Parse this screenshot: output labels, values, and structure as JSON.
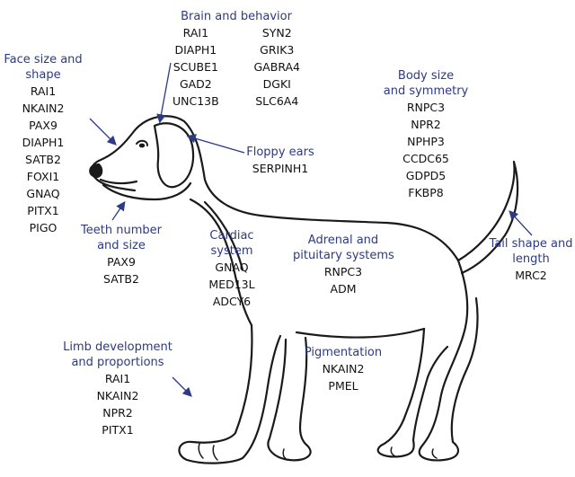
{
  "colors": {
    "title": "#2d3a84",
    "gene": "#111111",
    "outline": "#1a1a1a",
    "arrow": "#2d3a84"
  },
  "illustration": {
    "subject": "dog-outline",
    "icon": "dog-icon"
  },
  "groups": {
    "brain": {
      "title": "Brain and behavior",
      "col1": [
        "RAI1",
        "DIAPH1",
        "SCUBE1",
        "GAD2",
        "UNC13B"
      ],
      "col2": [
        "SYN2",
        "GRIK3",
        "GABRA4",
        "DGKI",
        "SLC6A4"
      ]
    },
    "face": {
      "title": "Face size and\nshape",
      "genes": [
        "RAI1",
        "NKAIN2",
        "PAX9",
        "DIAPH1",
        "SATB2",
        "FOXI1",
        "GNAQ",
        "PITX1",
        "PIGO"
      ]
    },
    "body": {
      "title": "Body size\nand symmetry",
      "genes": [
        "RNPC3",
        "NPR2",
        "NPHP3",
        "CCDC65",
        "GDPD5",
        "FKBP8"
      ]
    },
    "ears": {
      "title": "Floppy ears",
      "genes": [
        "SERPINH1"
      ]
    },
    "teeth": {
      "title": "Teeth number\nand size",
      "genes": [
        "PAX9",
        "SATB2"
      ]
    },
    "cardiac": {
      "title": "Cardiac\nsystem",
      "genes": [
        "GNAQ",
        "MED13L",
        "ADCY6"
      ]
    },
    "adrenal": {
      "title": "Adrenal and\npituitary systems",
      "genes": [
        "RNPC3",
        "ADM"
      ]
    },
    "tail": {
      "title": "Tail shape and\nlength",
      "genes": [
        "MRC2"
      ]
    },
    "limb": {
      "title": "Limb development\nand proportions",
      "genes": [
        "RAI1",
        "NKAIN2",
        "NPR2",
        "PITX1"
      ]
    },
    "pigment": {
      "title": "Pigmentation",
      "genes": [
        "NKAIN2",
        "PMEL"
      ]
    }
  }
}
